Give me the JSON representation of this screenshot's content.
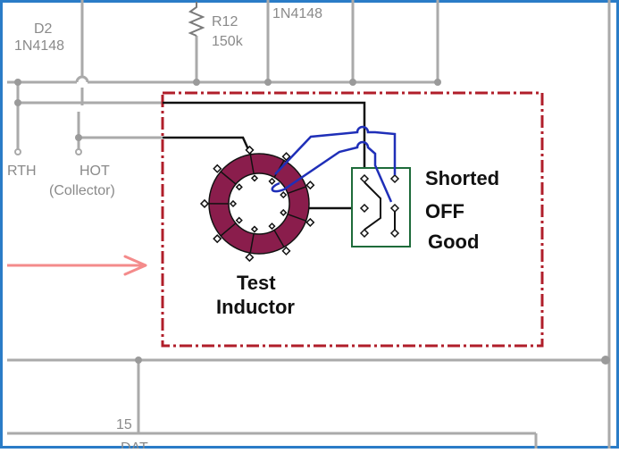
{
  "labels": {
    "d2_ref": "D2",
    "d2_part": "1N4148",
    "r12_ref": "R12",
    "r12_value": "150k",
    "diode_top": "1N4148",
    "rth": "RTH",
    "hot": "HOT",
    "collector": "(Collector)",
    "pin_number": "15",
    "cut_text": "DAT"
  },
  "switch_states": {
    "shorted": "Shorted",
    "off": "OFF",
    "good": "Good"
  },
  "component": {
    "line1": "Test",
    "line2": "Inductor"
  },
  "colors": {
    "frame": "#2a7cc7",
    "trace": "#aaaaaa",
    "dashed_box": "#b01e2a",
    "toroid": "#8a1d4c",
    "switch": "#1e6b3a",
    "wire_blue": "#1f2fb8",
    "wire_black": "#111111",
    "arrow": "#f48b8b"
  }
}
